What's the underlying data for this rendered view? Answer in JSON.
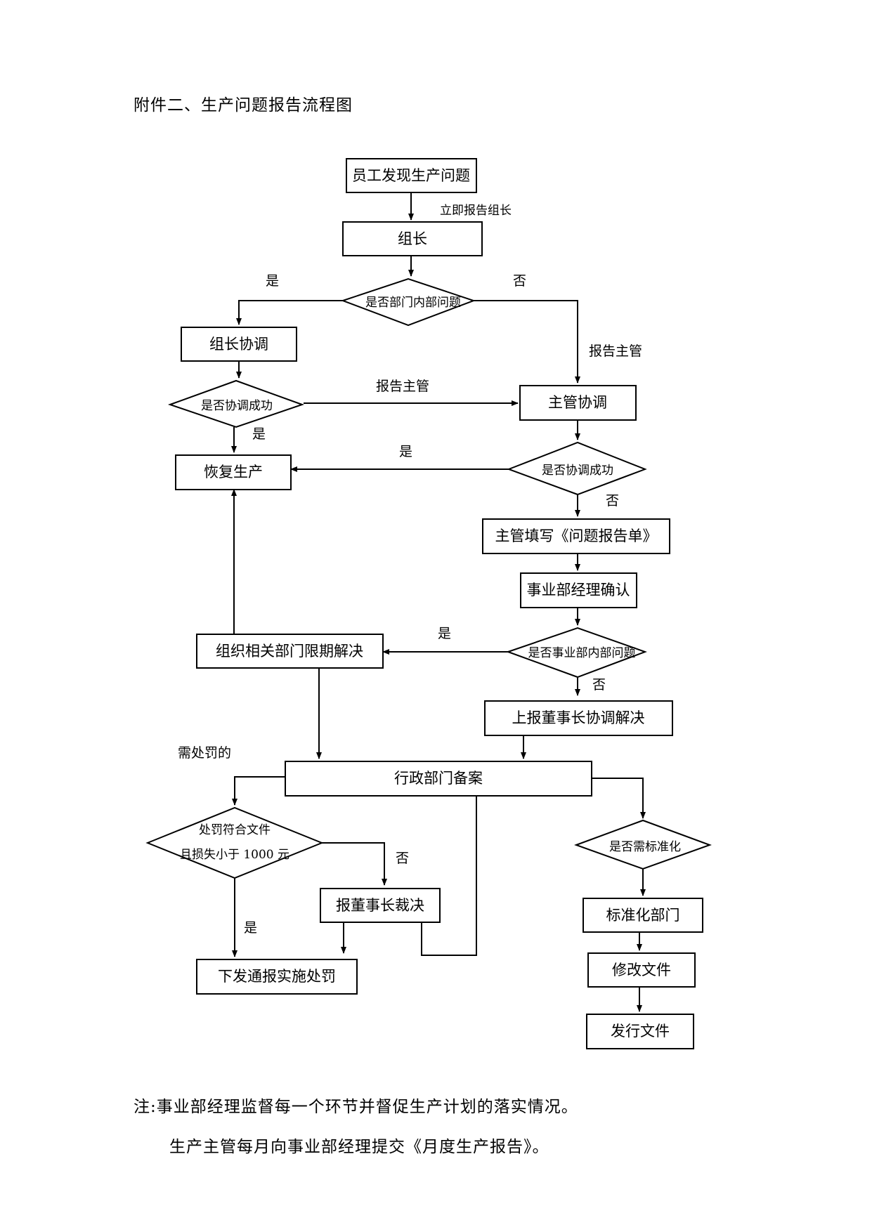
{
  "title": "附件二、生产问题报告流程图",
  "nodes": {
    "n1": "员工发现生产问题",
    "n2": "组长",
    "n3": "组长协调",
    "n4": "主管协调",
    "n5": "恢复生产",
    "n6": "主管填写《问题报告单》",
    "n7": "事业部经理确认",
    "n8": "组织相关部门限期解决",
    "n9": "上报董事长协调解决",
    "n10": "行政部门备案",
    "n11": "报董事长裁决",
    "n12": "下发通报实施处罚",
    "n13": "标准化部门",
    "n14": "修改文件",
    "n15": "发行文件"
  },
  "decisions": {
    "d1": "是否部门内部问题",
    "d2": "是否协调成功",
    "d3": "是否协调成功",
    "d4": "是否事业部内部问题",
    "d5_line1": "处罚符合文件",
    "d5_line2": "且损失小于 1000 元",
    "d6": "是否需标准化"
  },
  "edge_labels": {
    "report_leader": "立即报告组长",
    "d1_yes": "是",
    "d1_no": "否",
    "report_supervisor_1": "报告主管",
    "report_supervisor_2": "报告主管",
    "d2_yes": "是",
    "d3_yes": "是",
    "d3_no": "否",
    "d4_yes": "是",
    "d4_no": "否",
    "need_penalty": "需处罚的",
    "d5_no": "否",
    "d5_yes": "是"
  },
  "notes": {
    "line1": "注:事业部经理监督每一个环节并督促生产计划的落实情况。",
    "line2": "生产主管每月向事业部经理提交《月度生产报告》。"
  }
}
